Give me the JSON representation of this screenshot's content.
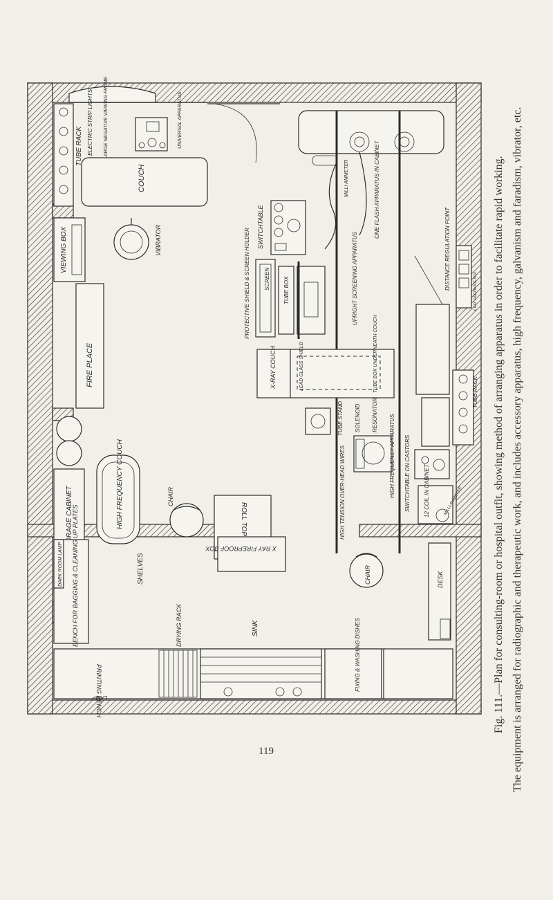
{
  "figure": {
    "caption_line_1": "Fig. 111.—Plan for consulting-room or hospital outfit, showing method of arranging apparatus in order to facilitate rapid working.",
    "caption_line_2": "The equipment is arranged for radiographic and therapeutic work, and includes accessory apparatus, high frequency, galvanism and faradism, vibrator, etc."
  },
  "page_number": "119",
  "labels": {
    "tube_rack_top": "TUBE RACK",
    "electric_strip_lights": "ELECTRIC STRIP LIGHTS",
    "large_negative_viewing_frame": "LARGE NEGATIVE VIEWING FRAME",
    "universal_apparatus": "UNIVERSAL APPARATUS",
    "couch": "COUCH",
    "viewing_box": "VIEWING BOX",
    "vibrator": "VIBRATOR",
    "fire_place": "FIRE PLACE",
    "negative_storage_cabinet": "NEGATIVE STORAGE CABINET",
    "high_frequency_couch": "HIGH FREQUENCY COUCH",
    "chair_left": "CHAIR",
    "roll_top_desk": "ROLL TOP DESK",
    "switchtable": "SWITCHTABLE",
    "protective_shield": "PROTECTIVE SHIELD & SCREEN HOLDER",
    "screen": "SCREEN",
    "tube_box": "TUBE BOX",
    "upright_screening_apparatus": "UPRIGHT SCREENING APPARATUS",
    "milli_ammeter_top": "MILLI AMMETER",
    "one_flash_apparatus": "ONE FLASH APPARATUS IN CABINET",
    "distance_regulation_point": "DISTANCE REGULATION POINT",
    "tube_rack_right": "TUBE RACK",
    "x_ray_couch": "X-RAY COUCH",
    "lead_glass_shield": "LEAD GLASS SHIELD",
    "tube_box_underneath": "TUBE BOX UNDERNEATH COUCH",
    "tube_stand": "TUBE STAND",
    "solenoid": "SOLENOID",
    "resonator": "RESONATOR",
    "high_frequency_apparatus": "HIGH FREQUENCY APPARATUS",
    "high_tension_wires": "HIGH TENSION OVER-HEAD WIRES",
    "switchtable_castors": "SWITCHTABLE ON CASTORS",
    "coil_in_cabinet": "12 COIL IN CABINET",
    "milli_ammeter_bottom": "MILLI AMMETER",
    "x_ray_fireproof_box": "X RAY FIREPROOF BOX",
    "dark_room_lamp": "DARK ROOM LAMP",
    "bench_bagging": "BENCH FOR BAGGING & CLEANING UP PLATES",
    "shelves": "SHELVES",
    "drying_rack": "DRYING RACK",
    "sink": "SINK",
    "printing_bench": "PRINTING BENCH",
    "lamp": "LAMP",
    "fixing_washing_dishes": "FIXING & WASHING DISHES",
    "chair_right": "CHAIR",
    "desk": "DESK"
  }
}
